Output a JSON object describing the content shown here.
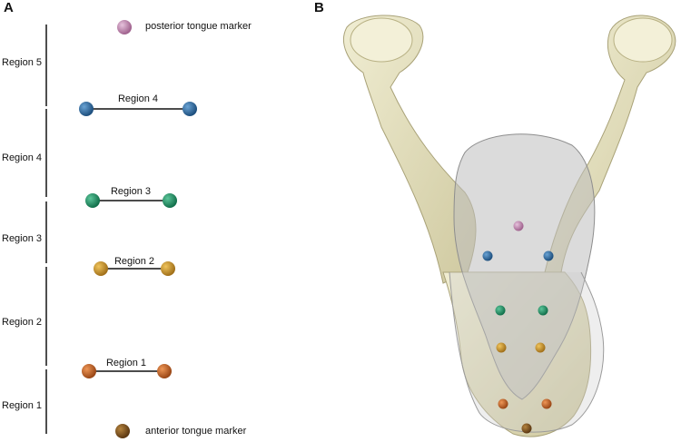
{
  "panels": {
    "a": "A",
    "b": "B"
  },
  "regions": [
    "Region 5",
    "Region 4",
    "Region 3",
    "Region 2",
    "Region 1"
  ],
  "segments": [
    "Region 4",
    "Region 3",
    "Region 2",
    "Region 1"
  ],
  "markers": {
    "posterior": "posterior tongue marker",
    "anterior": "anterior tongue marker"
  },
  "colors": {
    "posterior": "#c58db5",
    "region4": "#3a78b0",
    "region3": "#2f9a70",
    "region2": "#d09a2e",
    "region1": "#c9692a",
    "anterior": "#8a5a24",
    "bone": "#e8e4c2",
    "tongue": "#cfcfcf"
  }
}
